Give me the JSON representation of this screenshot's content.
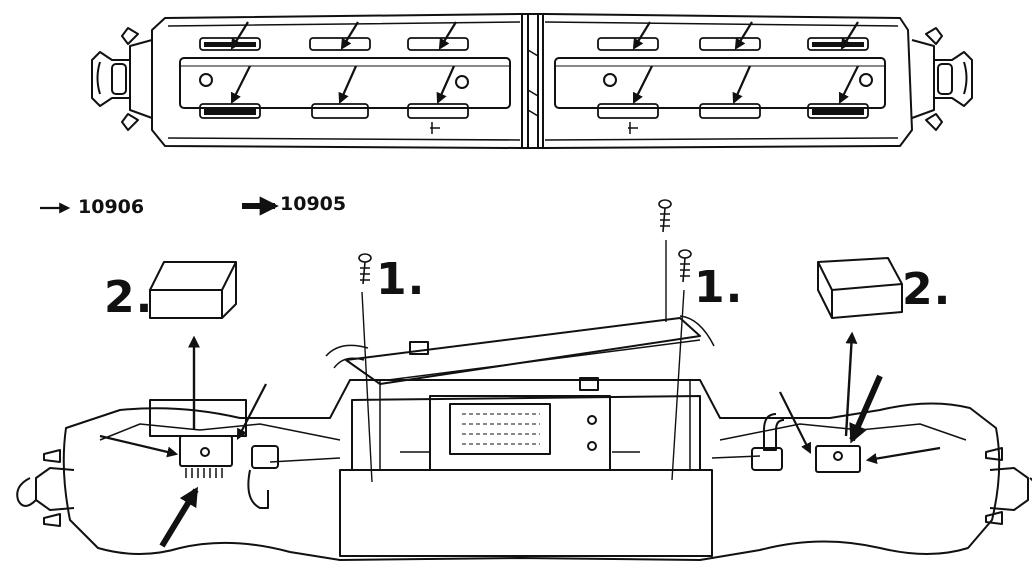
{
  "legend": {
    "small_arrow_label": "10906",
    "large_arrow_label": "10905"
  },
  "steps": {
    "screw_left": "1.",
    "screw_right": "1.",
    "cover_left": "2.",
    "cover_right": "2."
  },
  "colors": {
    "ink": "#111111",
    "paper": "#ffffff"
  }
}
